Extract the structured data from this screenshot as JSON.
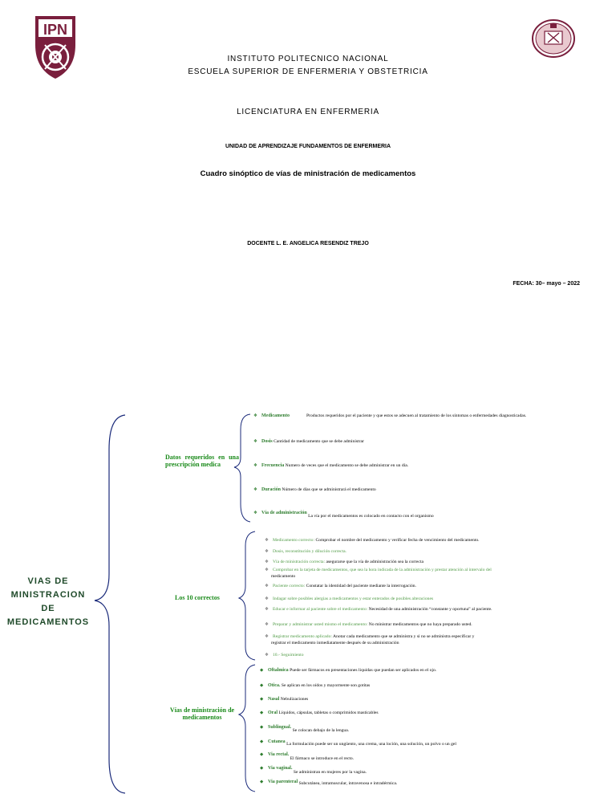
{
  "header": {
    "institution": "INSTITUTO POLITECNICO NACIONAL",
    "school": "ESCUELA SUPERIOR DE ENFERMERIA Y OBSTETRICIA",
    "degree": "LICENCIATURA EN ENFERMERIA",
    "unit": "UNIDAD DE APRENDIZAJE FUNDAMENTOS DE ENFERMERIA",
    "title": "Cuadro sinóptico de vías de ministración de medicamentos",
    "teacher": "DOCENTE L. E. ANGELICA RESENDIZ TREJO",
    "date": "FECHA: 30– mayo – 2022",
    "logo_left_text": "IPN"
  },
  "chart": {
    "main_title": [
      "VIAS DE",
      "MINISTRACION",
      "DE",
      "MEDICAMENTOS"
    ],
    "section1": {
      "title": "Datos requeridos en una prescripción medica",
      "items": [
        {
          "label": "Medicamento",
          "text": "Productos requeridos por el paciente y que estos se adecuen al tratamiento de los síntomas o enfermedades diagnosticadas."
        },
        {
          "label": "Dosis",
          "text": "Cantidad de medicamento que se debe administrar"
        },
        {
          "label": "Frecuencia",
          "text": "Numero de veces que el medicamento se debe administrar en un día."
        },
        {
          "label": "Duración",
          "text": "Número de días que se administrará el medicamento"
        },
        {
          "label": "Vía de administración",
          "text": "La vía por el medicamentos es colocado en contacto con el organismo"
        }
      ]
    },
    "section2": {
      "title": "Los 10 correctos",
      "items": [
        {
          "label": "Medicamento correcto:",
          "text": "Comprobar el nombre del medicamento y verificar fecha de vencimiento del medicamento."
        },
        {
          "label": "Dosis, reconstitución y dilución correcta.",
          "text": ""
        },
        {
          "label": "Vía de ministración correcta:",
          "text": "asegurarse que la vía de administración sea la correcta"
        },
        {
          "label": "Comprobar en la tarjeta de medicamentos, que sea la hora indicada de la administración y prestar atención al intervalo del",
          "text": "medicamento"
        },
        {
          "label": "Paciente correcto:",
          "text": "Constatar la identidad del paciente mediante la interrogación."
        },
        {
          "label": "Indagar sobre posibles alergias a medicamentos y estar enterados de posibles alteraciones",
          "text": ""
        },
        {
          "label": "Educar e informar al paciente sobre el medicamento:",
          "text": "Necesidad de una administración “constante y oportuna” al paciente."
        },
        {
          "label": "Preparar y administrar usted mismo el medicamento:",
          "text": "No ministrar medicamentos que no haya preparado usted."
        },
        {
          "label": "Registrar medicamento aplicado:",
          "text": "Anotar cada medicamento que se administra y si no se administra especificar y",
          "text2": "registrar el medicamento inmediatamente después de su administración"
        },
        {
          "label": "10.- Seguimiento",
          "text": ""
        }
      ]
    },
    "section3": {
      "title": "Vías de ministración de medicamentos",
      "items": [
        {
          "label": "Oftalmica",
          "text": "Puede ser fármacos en presentaciones liquidas que puedan ser aplicados en el ojo."
        },
        {
          "label": "Otica.",
          "text": "Se aplican en los oídos y mayormente son gotitas"
        },
        {
          "label": "Nasal",
          "text": "Nebulizaciones"
        },
        {
          "label": "Oral",
          "text": "Líquidos, cápsulas, tabletas o comprimidos masticables"
        },
        {
          "label": "Sublingual.",
          "text": "Se colocan debajo de la lengua."
        },
        {
          "label": "Cutanea",
          "text": "La formulación puede ser un ungüento, una crema, una loción, una solución, un polvo o un gel"
        },
        {
          "label": "Via rectal.",
          "text": "El fármaco se introduce en el recto."
        },
        {
          "label": "Via vaginal.",
          "text": "Se administran en mujeres por la vagina."
        },
        {
          "label": "Via parenteral",
          "text": "Subcutánea, intramuscular, intravenosa e intradérmica."
        }
      ]
    }
  },
  "colors": {
    "logo": "#7a1f3d",
    "green": "#2e7d2e",
    "brace": "#1a2a7a"
  }
}
